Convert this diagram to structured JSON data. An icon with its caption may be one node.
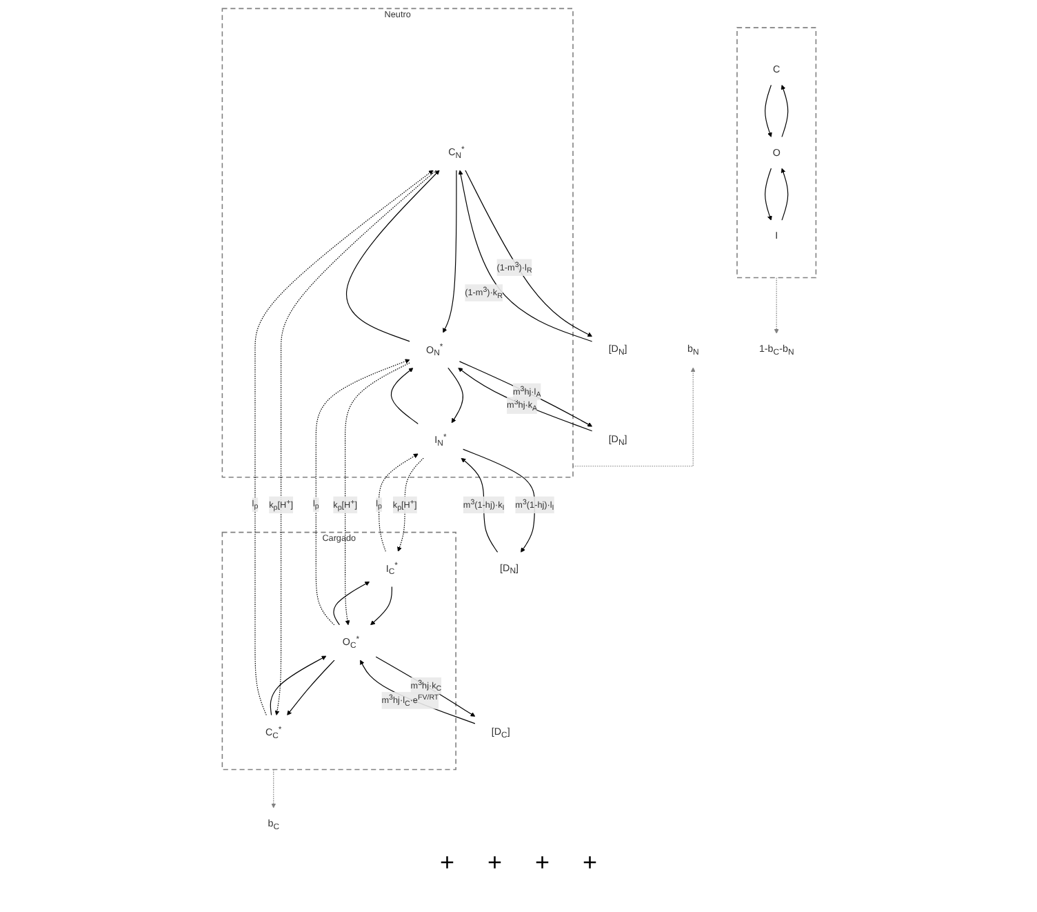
{
  "diagram": {
    "nodes": [
      {
        "text": [
          "Neutro"
        ]
      },
      {
        "text": [
          "C$_{N}$$^{*}$"
        ],
        "in": 0
      },
      {
        "text": [
          "O$_{N}$$^{*}$"
        ],
        "in": 0
      },
      {
        "text": [
          "I$_{N}$$^{*}$"
        ],
        "in": 0
      },
      {
        "text": [],
        "shape": "box"
      },
      {
        "text": [
          "C"
        ],
        "in": 4
      },
      {
        "text": [
          "O"
        ],
        "in": 4
      },
      {
        "text": [
          "I"
        ],
        "in": 4
      },
      {
        "text": [
          "Cargado"
        ]
      },
      {
        "text": [
          "C$_{C}$$^{*}$"
        ],
        "in": 8
      },
      {
        "text": [
          "O$_{C}$$^{*}$"
        ],
        "in": 8
      },
      {
        "text": [
          "I$_{C}$$^{*}$"
        ],
        "in": 8
      },
      {
        "text": [
          "[D$_{N}$]"
        ]
      },
      {
        "text": [
          "[D$_{N}$]"
        ]
      },
      {
        "text": [
          "[D$_{N}$]"
        ]
      },
      {
        "text": [
          "[D$_{C}$]"
        ]
      },
      {
        "text": [
          "b$_{N}$"
        ]
      },
      {
        "text": [
          "1-b$_{C}$-b$_{N}$"
        ]
      },
      {
        "text": [
          "b$_{C}$"
        ]
      }
    ],
    "edges": [
      {
        "from": 1,
        "to": 2,
        "arrow": "to"
      },
      {
        "from": 2,
        "to": 1,
        "arrow": "to"
      },
      {
        "from": 2,
        "to": 3,
        "arrow": "to"
      },
      {
        "from": 3,
        "to": 2,
        "arrow": "to"
      },
      {
        "from": 5,
        "to": 6,
        "arrow": "to"
      },
      {
        "from": 6,
        "to": 5,
        "arrow": "to"
      },
      {
        "from": 6,
        "to": 7,
        "arrow": "to"
      },
      {
        "from": 7,
        "to": 6,
        "arrow": "to"
      },
      {
        "from": 9,
        "to": 10,
        "arrow": "to"
      },
      {
        "from": 10,
        "to": 9,
        "arrow": "to"
      },
      {
        "from": 10,
        "to": 11,
        "arrow": "to"
      },
      {
        "from": 11,
        "to": 10,
        "arrow": "to"
      },
      {
        "from": 12,
        "to": 1,
        "arrow": "to",
        "label": "(1-m$^{3}$)·k$_{R}$"
      },
      {
        "from": 1,
        "to": 12,
        "arrow": "to",
        "label": "(1-m$^{3}$)·l$_{R}$"
      },
      {
        "from": 13,
        "to": 2,
        "arrow": "to",
        "label": "m$^{3}$hj·k$_{A}$"
      },
      {
        "from": 2,
        "to": 13,
        "arrow": "to",
        "label": "m$^{3}$hj·l$_{A}$"
      },
      {
        "from": 14,
        "to": 3,
        "arrow": "to",
        "label": "m$^{3}$(1-hj)·k$_{I}$"
      },
      {
        "from": 3,
        "to": 14,
        "arrow": "to",
        "label": "m$^{3}$(1-hj)·l$_{I}$"
      },
      {
        "from": 10,
        "to": 15,
        "arrow": "to",
        "label": "m$^{3}$hj·k$_{C}$"
      },
      {
        "from": 15,
        "to": 10,
        "arrow": "to",
        "label": "m$^{3}$hj·l$_{C}$·e$^{FV/RT}$"
      },
      {
        "from": 9,
        "to": 1,
        "arrow": "to",
        "label": "l$_{p}$",
        "style": "dashed"
      },
      {
        "from": 1,
        "to": 9,
        "arrow": "to",
        "label": "k$_{p}$[H$^{+}$]",
        "style": "dashed"
      },
      {
        "from": 10,
        "to": 2,
        "arrow": "to",
        "label": "l$_{p}$",
        "style": "dashed"
      },
      {
        "from": 2,
        "to": 10,
        "arrow": "to",
        "label": "k$_{p}$[H$^{+}$]",
        "style": "dashed"
      },
      {
        "from": 3,
        "to": 11,
        "arrow": "to",
        "label": "k$_{p}$[H$^{+}$]",
        "style": "dashed"
      },
      {
        "from": 11,
        "to": 3,
        "arrow": "to",
        "label": "l$_{p}$",
        "style": "dashed"
      },
      {
        "from": 0,
        "to": 16,
        "arrow": "to",
        "style": "dashed",
        "color": "#808080"
      },
      {
        "from": 4,
        "to": 17,
        "arrow": "to",
        "style": "dashed",
        "color": "#808080"
      },
      {
        "from": 8,
        "to": 18,
        "arrow": "to",
        "style": "dashed",
        "color": "#808080"
      }
    ],
    "labels": [
      "+",
      "+",
      "+",
      "+"
    ]
  }
}
